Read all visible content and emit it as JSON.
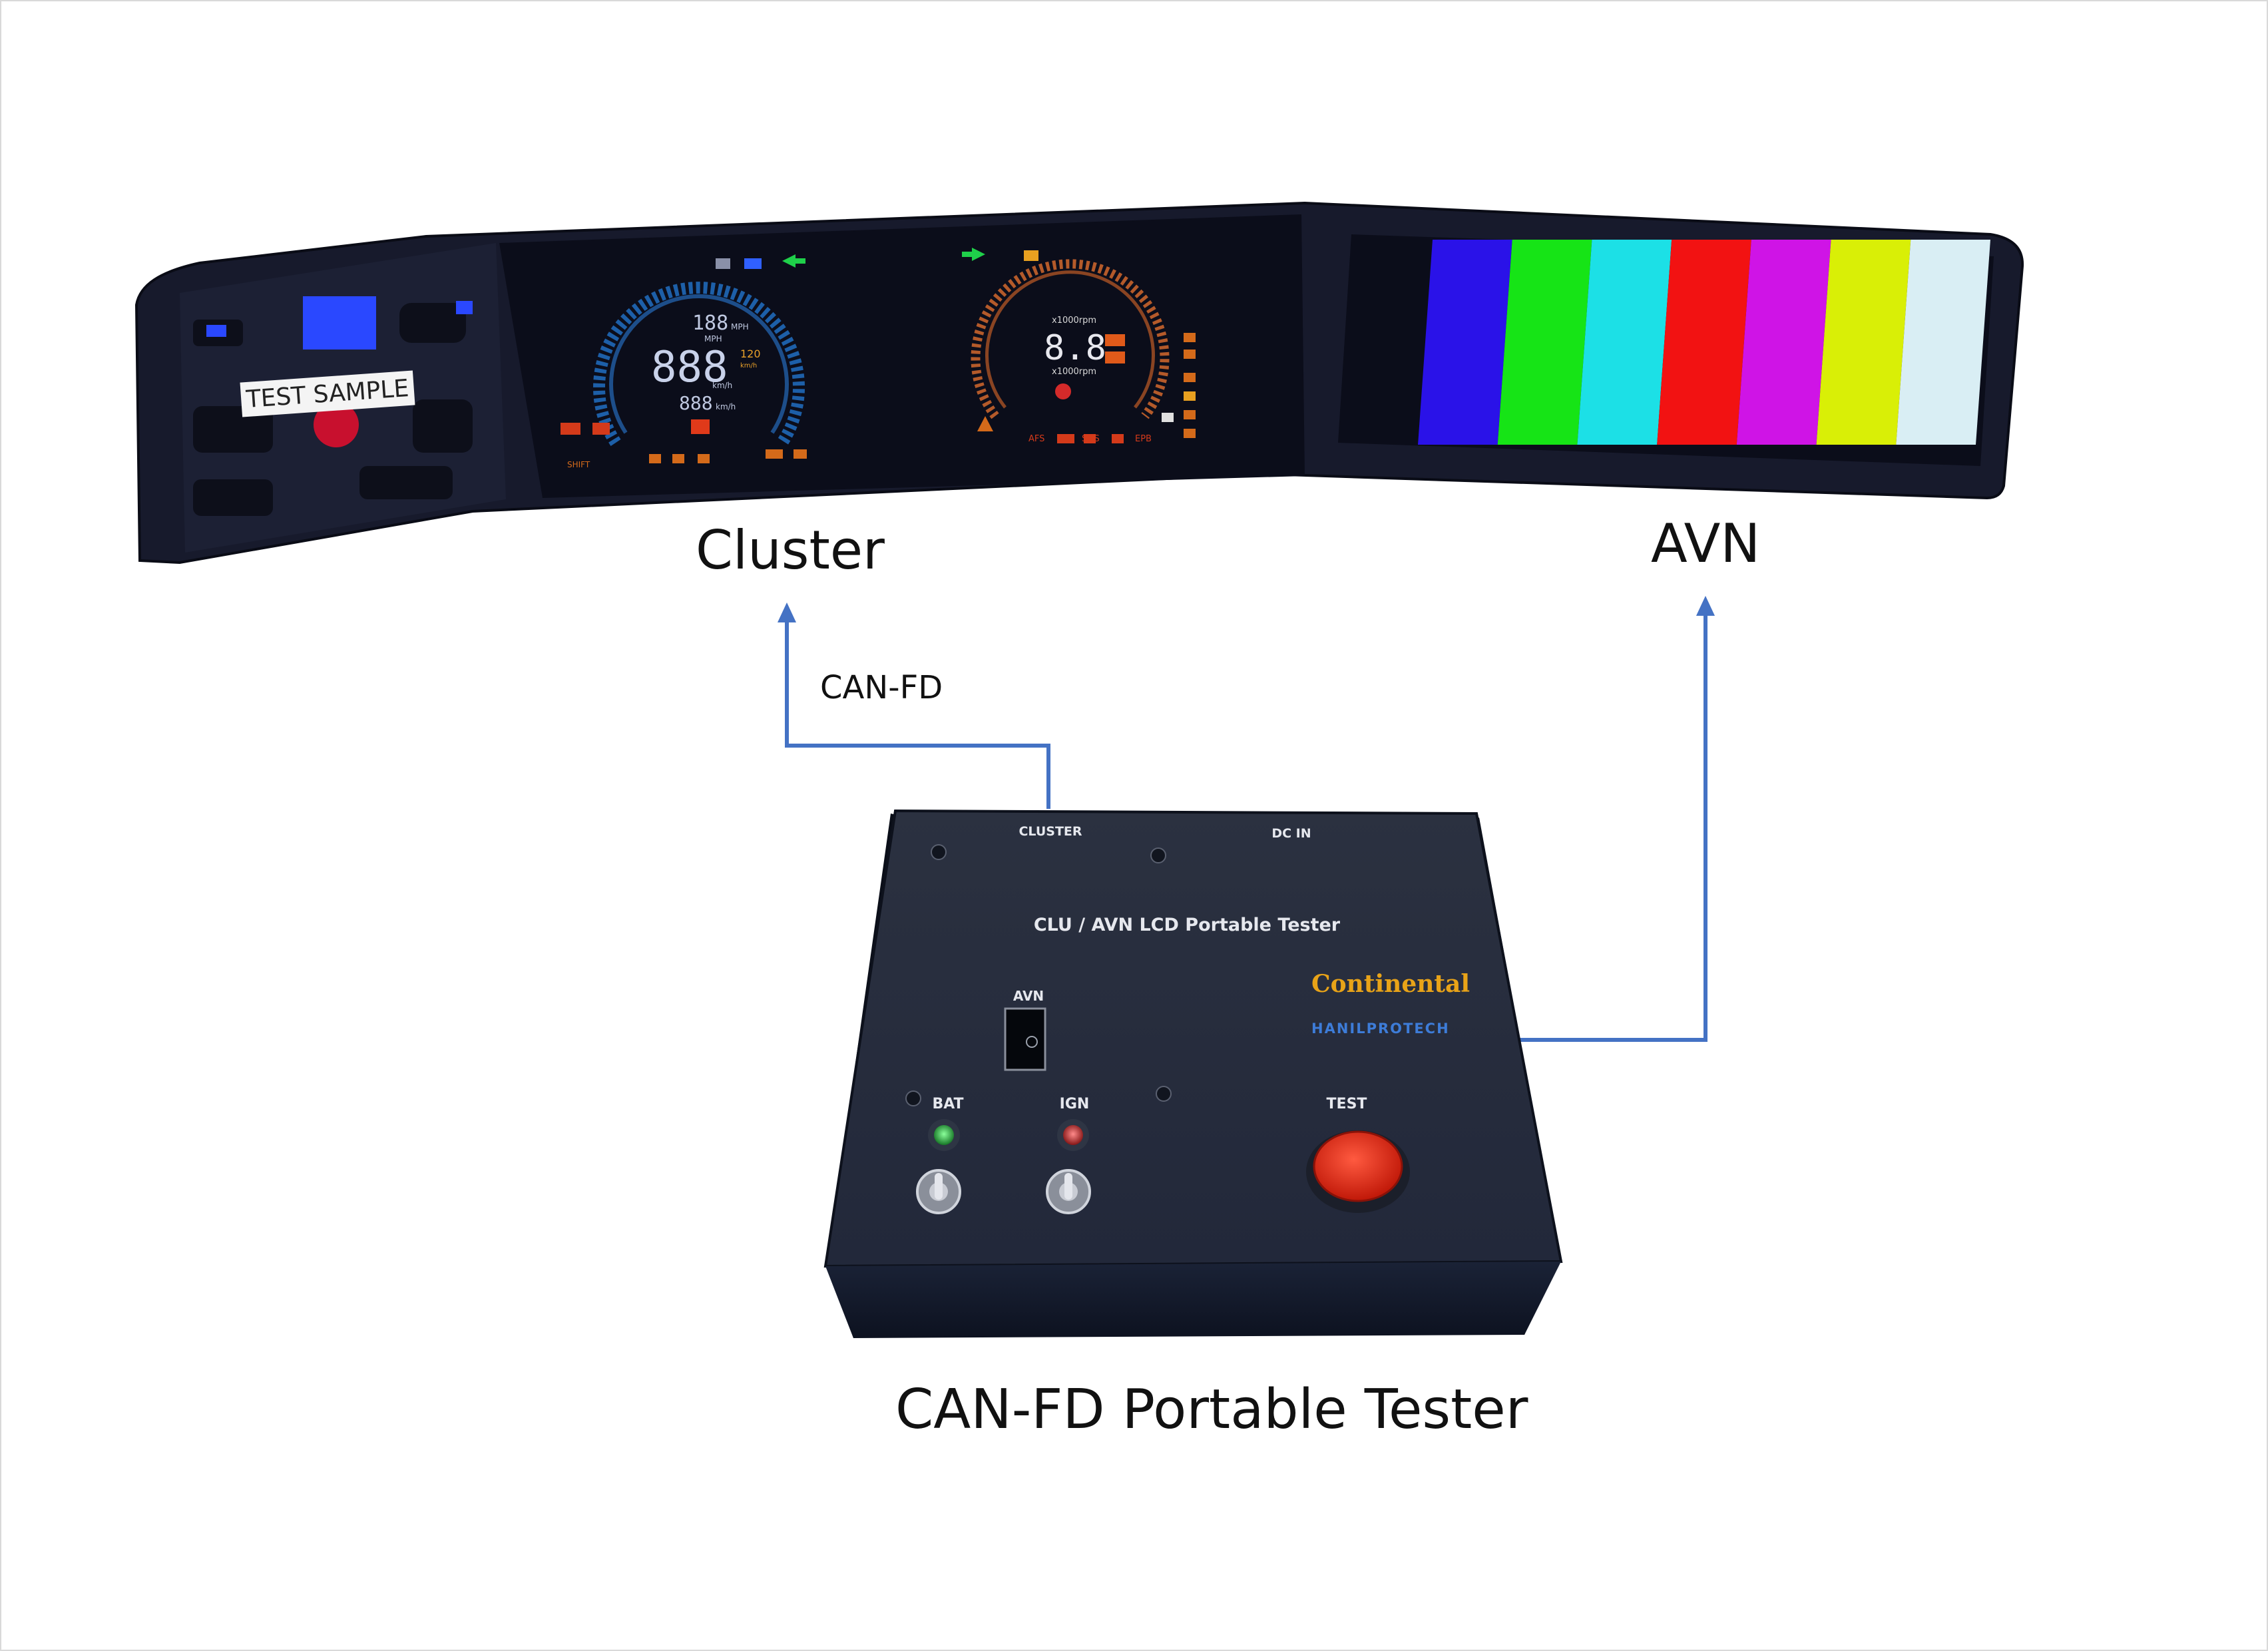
{
  "labels": {
    "cluster": "Cluster",
    "avn": "AVN",
    "link": "CAN-FD",
    "device": "CAN-FD Portable Tester"
  },
  "sample_sticker": "TEST SAMPLE",
  "tester": {
    "top_port_cluster": "CLUSTER",
    "top_port_dc": "DC IN",
    "panel_title": "CLU / AVN LCD Portable Tester",
    "brand1": "Continental",
    "brand2": "HANILPROTECH",
    "avn_port": "AVN",
    "bat": "BAT",
    "ign": "IGN",
    "test": "TEST"
  },
  "gauges": {
    "speed_top": "188",
    "speed_top_unit": "MPH",
    "speed_mid_unit": "MPH",
    "speed_main": "888",
    "speed_sub": "120",
    "speed_sub_unit": "km/h",
    "kmh": "km/h",
    "speed_bottom": "888",
    "speed_bottom_unit": "km/h",
    "rpm_top_unit": "x1000rpm",
    "rpm_main": "8.8",
    "rpm_bottom_unit": "x1000rpm",
    "ind_afs": "AFS",
    "ind_sos": "SOS",
    "ind_epb": "EPB",
    "ind_shift": "SHIFT"
  },
  "colors": {
    "arrow": "#4472c4",
    "bars": [
      "#2a12e8",
      "#16e416",
      "#1ce0e6",
      "#f21212",
      "#cf14e6",
      "#d9ef06",
      "#d9eef4"
    ]
  }
}
